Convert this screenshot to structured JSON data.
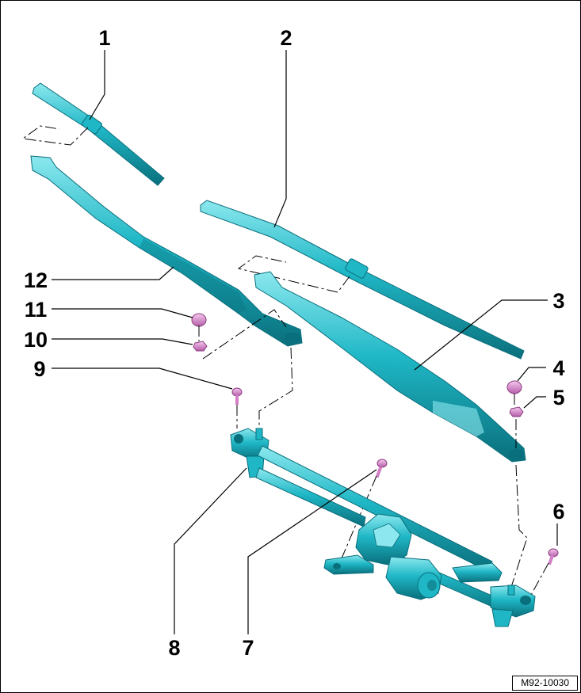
{
  "diagram": {
    "figure_id": "M92-10030",
    "callouts": [
      "1",
      "2",
      "3",
      "4",
      "5",
      "6",
      "7",
      "8",
      "9",
      "10",
      "11",
      "12"
    ],
    "colors": {
      "part": "#1fb7c6",
      "part_dark": "#0a6f7c",
      "part_light": "#8ce8ee",
      "fastener": "#e69ad8",
      "fastener_dark": "#8a3a80"
    }
  }
}
